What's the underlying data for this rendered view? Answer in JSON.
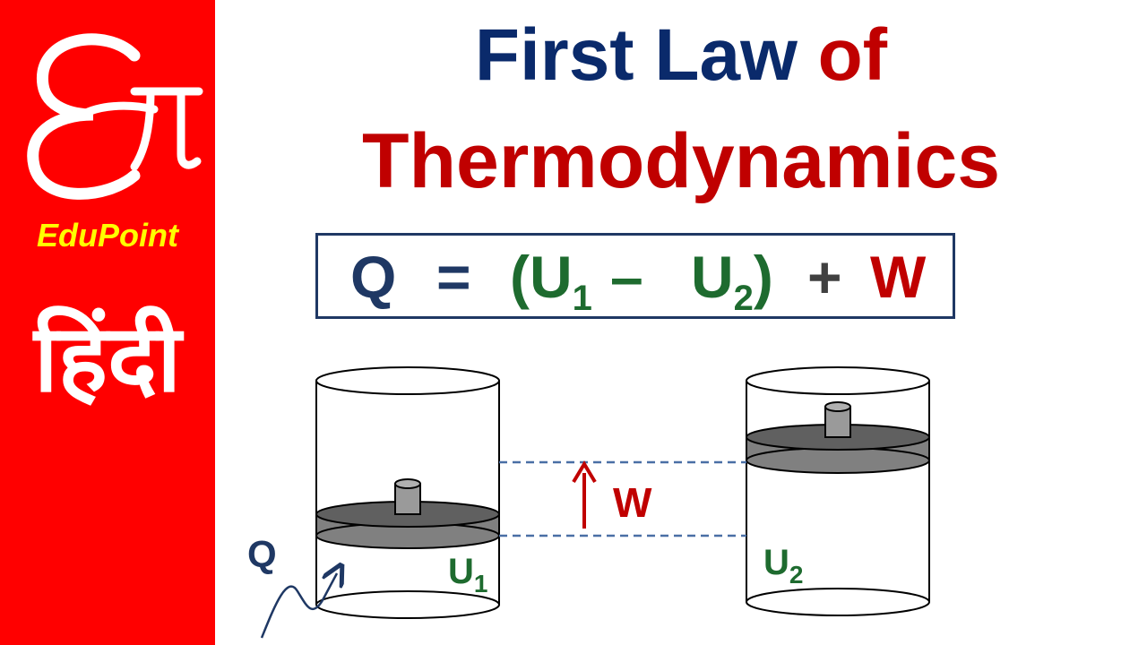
{
  "sidebar": {
    "brand_name": "EduPoint",
    "language": "हिंदी",
    "colors": {
      "background": "#ff0000",
      "brand": "#ffff00",
      "text": "#ffffff"
    }
  },
  "title": {
    "line1_part1": "First Law",
    "line1_part2": "of",
    "line2": "Thermodynamics",
    "colors": {
      "navy": "#0a2a6b",
      "red": "#c00000"
    }
  },
  "equation": {
    "lhs": "Q",
    "equals": "=",
    "open": "(U",
    "sub1": "1",
    "minus": "–",
    "u2": "U",
    "sub2": "2",
    "close": ")",
    "plus": "+",
    "w": "W"
  },
  "diagram": {
    "q_label": "Q",
    "u1_label": "U",
    "u1_sub": "1",
    "u2_label": "U",
    "u2_sub": "2",
    "w_label": "W"
  }
}
